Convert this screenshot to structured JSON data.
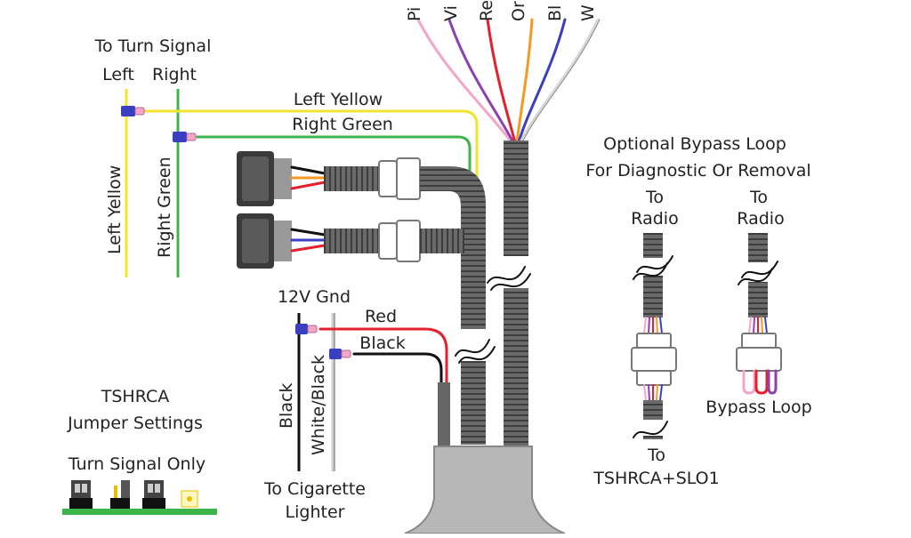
{
  "turn_signal": {
    "title": "To Turn Signal",
    "left": "Left",
    "right": "Right",
    "left_vertical": "Left Yellow",
    "right_vertical": "Right Green",
    "left_wire": "Left Yellow",
    "right_wire": "Right Green"
  },
  "top_wires": [
    "Pi",
    "Vi",
    "Re",
    "Or",
    "Bl",
    "W"
  ],
  "power": {
    "gnd_label": "12V Gnd",
    "red_label": "Red",
    "black_label": "Black",
    "black_vertical": "Black",
    "white_black_vertical": "White/Black",
    "dest_line1": "To Cigarette",
    "dest_line2": "Lighter"
  },
  "jumper": {
    "title1": "TSHRCA",
    "title2": "Jumper Settings",
    "mode": "Turn Signal Only"
  },
  "bypass": {
    "title1": "Optional Bypass Loop",
    "title2": "For Diagnostic Or Removal",
    "to1": "To",
    "radio1": "Radio",
    "to2": "To",
    "radio2": "Radio",
    "bottom_to": "To",
    "bottom_dest": "TSHRCA+SLO1",
    "loop_label": "Bypass Loop"
  },
  "colors": {
    "yellow": "#f2e42c",
    "green": "#3db54a",
    "pink": "#f4a6c8",
    "violet": "#8e3fb0",
    "red": "#e3202b",
    "orange": "#f39a22",
    "blue": "#3a3fc2",
    "white_wire": "#e6e6e6",
    "loom": "#555555",
    "housing": "#b7b7b7"
  }
}
